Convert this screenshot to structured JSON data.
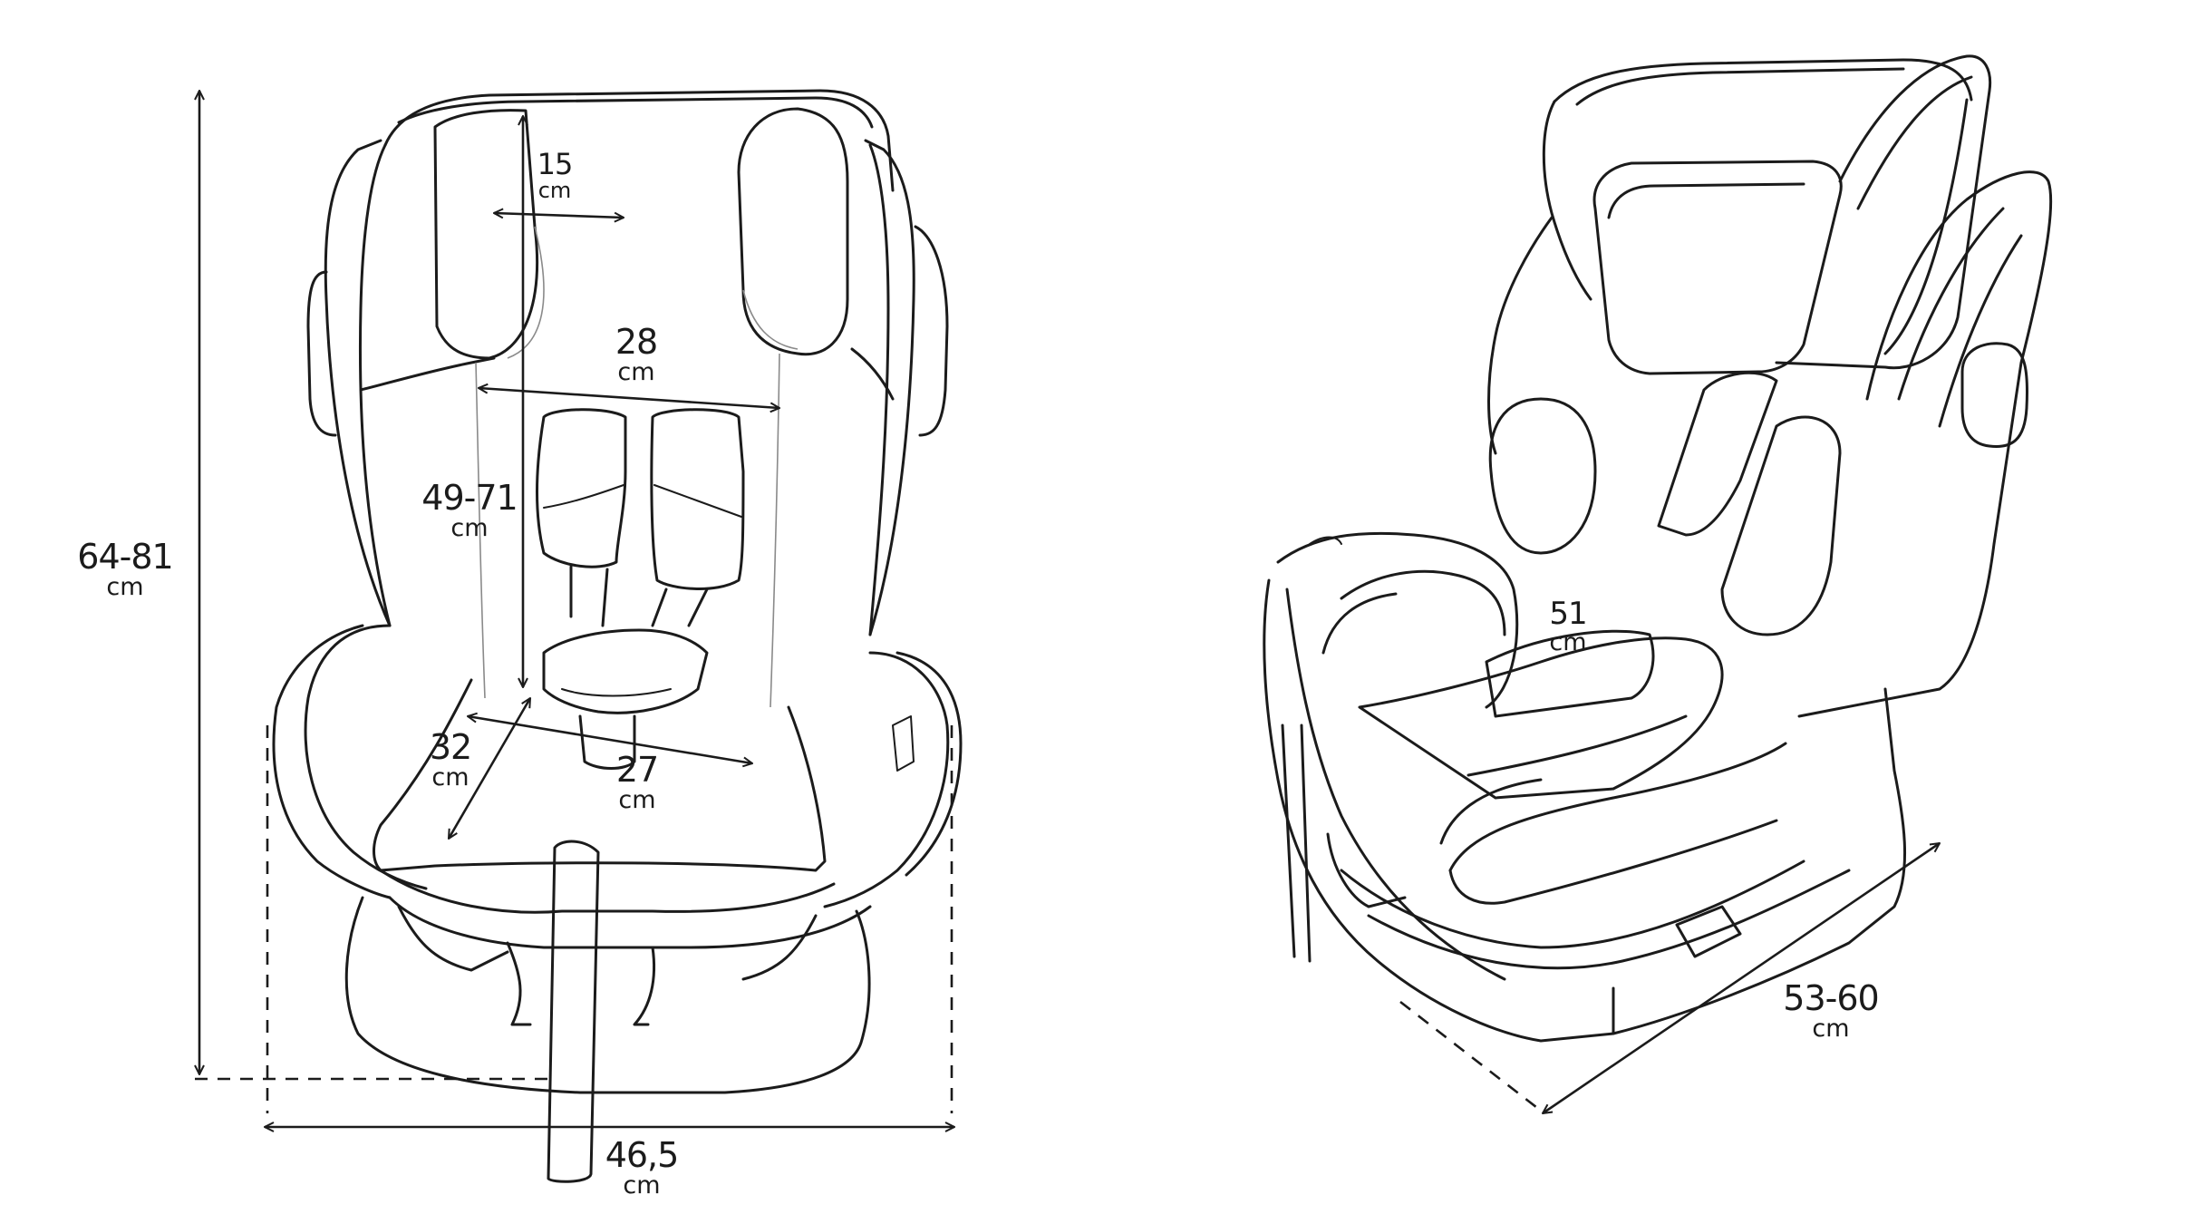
{
  "dimensions": [
    {
      "id": "total-height",
      "value": "64-81",
      "unit": "cm"
    },
    {
      "id": "headrest-width",
      "value": "15",
      "unit": "cm"
    },
    {
      "id": "shoulder-width",
      "value": "28",
      "unit": "cm"
    },
    {
      "id": "back-height",
      "value": "49-71",
      "unit": "cm"
    },
    {
      "id": "seat-depth",
      "value": "32",
      "unit": "cm"
    },
    {
      "id": "seat-width",
      "value": "27",
      "unit": "cm"
    },
    {
      "id": "base-width",
      "value": "46,5",
      "unit": "cm"
    },
    {
      "id": "side-width",
      "value": "51",
      "unit": "cm"
    },
    {
      "id": "base-depth",
      "value": "53-60",
      "unit": "cm"
    }
  ],
  "views": {
    "front": "front-view",
    "side": "perspective-view"
  },
  "colors": {
    "line": "#1b1b1b",
    "background": "#ffffff"
  }
}
